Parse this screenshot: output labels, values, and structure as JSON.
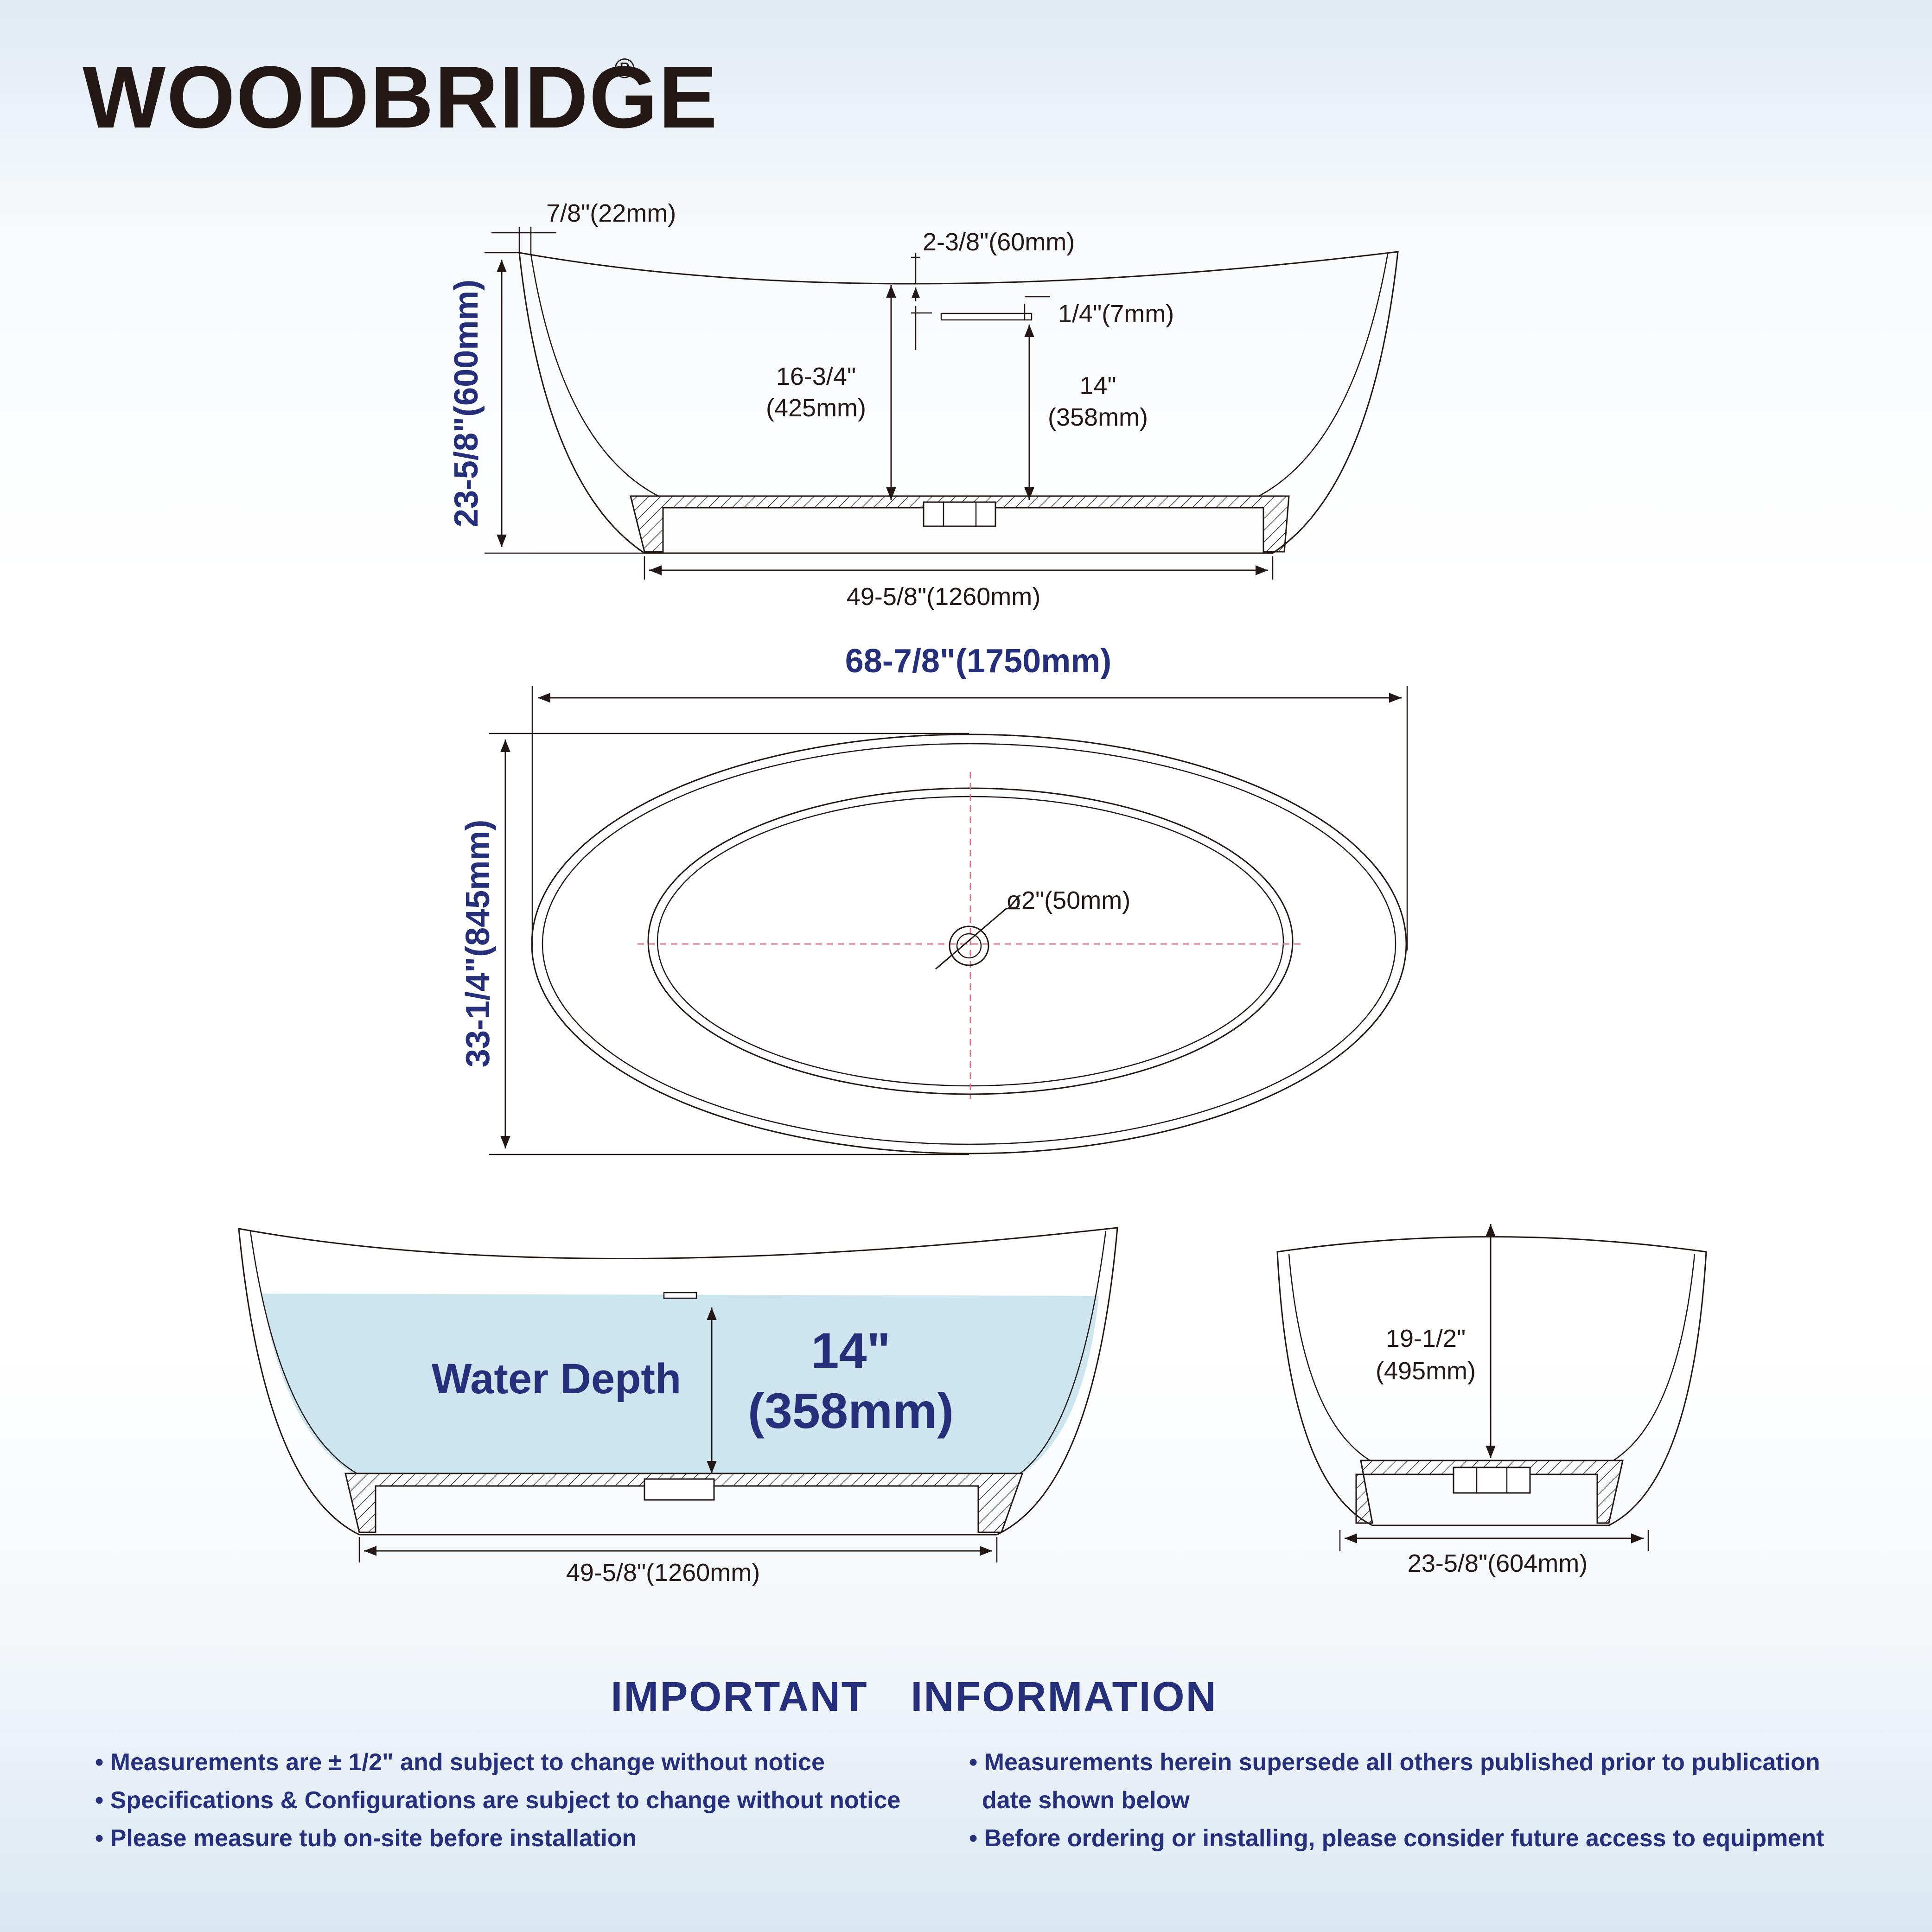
{
  "brand": {
    "name": "WOODBRIDGE",
    "registered_mark": "®"
  },
  "colors": {
    "accent_text": "#26307a",
    "line": "#231815",
    "water": "#cde5ee",
    "center_line": "#d77a8a"
  },
  "side_view": {
    "rim_thickness": "7/8\"(22mm)",
    "rim_dip": "2-3/8\"(60mm)",
    "overflow_gap": "1/4\"(7mm)",
    "interior_depth": [
      "16-3/4\"",
      "(425mm)"
    ],
    "overflow_height": [
      "14\"",
      "(358mm)"
    ],
    "total_height": "23-5/8\"(600mm)",
    "base_length": "49-5/8\"(1260mm)"
  },
  "top_view": {
    "overall_length": "68-7/8\"(1750mm)",
    "overall_width": "33-1/4\"(845mm)",
    "drain_diameter": "ø2\"(50mm)"
  },
  "water_view": {
    "label": "Water Depth",
    "depth": [
      "14\"",
      "(358mm)"
    ],
    "base_length": "49-5/8\"(1260mm)"
  },
  "end_view": {
    "interior_depth": [
      "19-1/2\"",
      "(495mm)"
    ],
    "base_width": "23-5/8\"(604mm)"
  },
  "important": {
    "heading_left": "IMPORTANT",
    "heading_right": "INFORMATION",
    "left_notes": [
      "• Measurements are ± 1/2\" and subject to change without notice",
      "• Specifications & Configurations are subject to change without notice",
      "• Please measure tub on-site before installation"
    ],
    "right_notes": [
      "• Measurements herein supersede all others published prior to publication",
      "date shown below",
      "• Before ordering or installing, please consider future access to equipment"
    ]
  }
}
